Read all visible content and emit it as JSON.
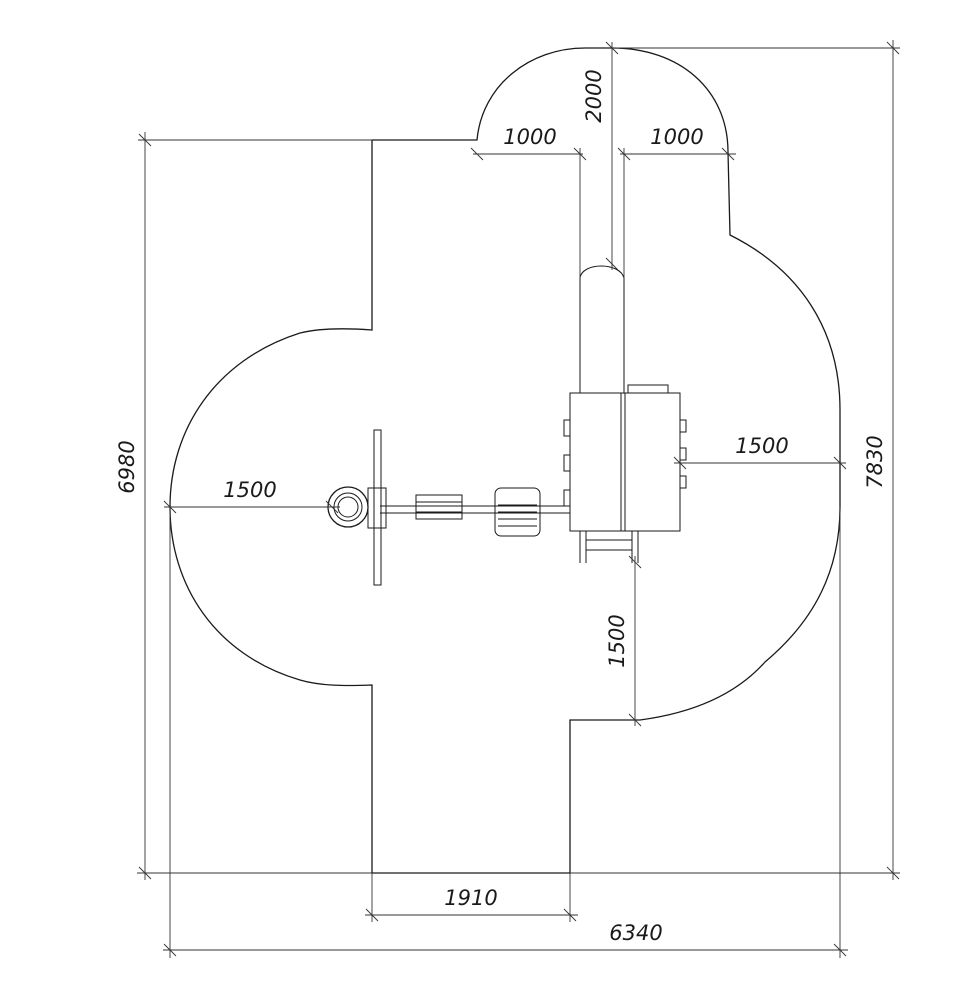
{
  "dimensions": {
    "top_left_radius": "1000",
    "top_right_radius": "1000",
    "slide_length": "2000",
    "right_clearance": "1500",
    "left_clearance": "1500",
    "bottom_clearance": "1500",
    "height_left": "6980",
    "height_right": "7830",
    "bottom_gap": "1910",
    "total_width": "6340"
  },
  "colors": {
    "line": "#1a1a1a",
    "background": "#ffffff"
  }
}
